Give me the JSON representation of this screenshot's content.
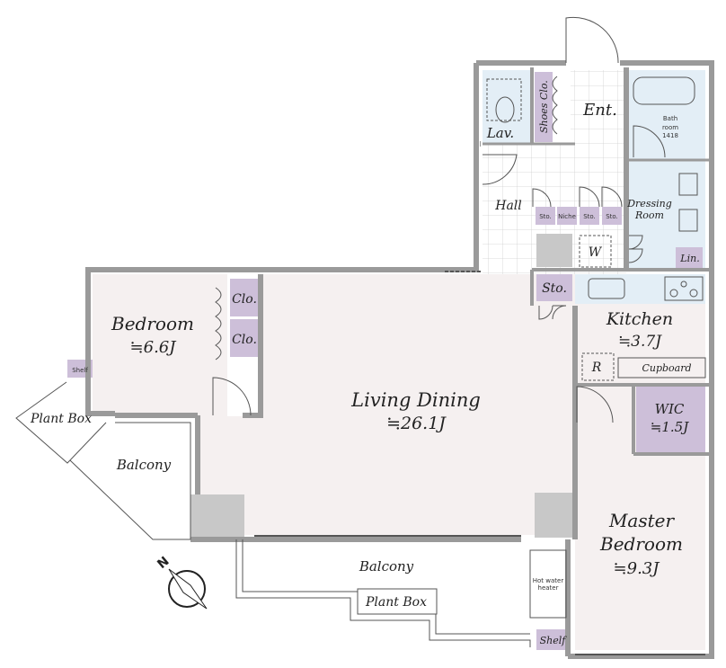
{
  "rooms": {
    "bedroom": {
      "name": "Bedroom",
      "size": "≒6.6J"
    },
    "living": {
      "name": "Living Dining",
      "size": "≒26.1J"
    },
    "kitchen": {
      "name": "Kitchen",
      "size": "≒3.7J"
    },
    "master": {
      "name1": "Master",
      "name2": "Bedroom",
      "size": "≒9.3J"
    },
    "wic": {
      "name": "WIC",
      "size": "≒1.5J"
    },
    "hall": {
      "name": "Hall"
    },
    "entrance": {
      "name": "Ent."
    },
    "lavatory": {
      "name": "Lav."
    },
    "bathroom": {
      "line1": "Bath",
      "line2": "room",
      "line3": "1418"
    },
    "dressing": {
      "line1": "Dressing",
      "line2": "Room"
    }
  },
  "storage": {
    "shoes": "Shoes Clo.",
    "clo1": "Clo.",
    "clo2": "Clo.",
    "sto_main": "Sto.",
    "sto1": "Sto.",
    "niche": "Niche",
    "sto2": "Sto.",
    "sto3": "Sto.",
    "lin": "Lin.",
    "cupboard": "Cupboard",
    "shelf1": "Shelf",
    "shelf2": "Shelf",
    "fridge": "R",
    "washer": "W"
  },
  "outdoor": {
    "balcony1": "Balcony",
    "balcony2": "Balcony",
    "plantbox1": "Plant Box",
    "plantbox2": "Plant Box",
    "water_heater1": "Hot water",
    "water_heater2": "heater"
  },
  "compass": {
    "north": "N"
  },
  "colors": {
    "wall": "#9a9a9a",
    "room": "#f5f0f0",
    "storage": "#cdbfd9",
    "wet": "#e3eef6",
    "pillar": "#c8c8c8"
  }
}
